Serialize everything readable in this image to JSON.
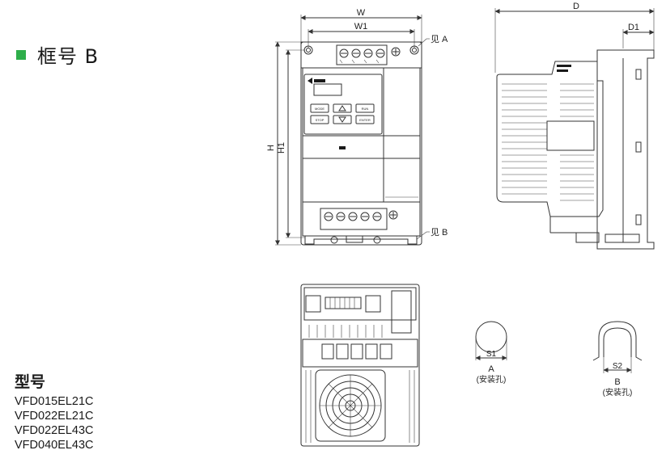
{
  "title": "框号 B",
  "accent_color": "#2eae4a",
  "models": {
    "heading": "型号",
    "items": [
      "VFD015EL21C",
      "VFD022EL21C",
      "VFD022EL43C",
      "VFD040EL43C"
    ]
  },
  "dimensions": {
    "W": "W",
    "W1": "W1",
    "H": "H",
    "H1": "H1",
    "D": "D",
    "D1": "D1",
    "S1": "S1",
    "S2": "S2"
  },
  "callouts": {
    "see_a": "见 A",
    "see_b": "见 B"
  },
  "details": {
    "a_label": "A",
    "a_sub": "(安装孔)",
    "b_label": "B",
    "b_sub": "(安装孔)"
  },
  "panel": {
    "btn_mode": "MODE",
    "btn_enter": "ENTER",
    "btn_run": "RUN",
    "btn_stop": "STOP"
  }
}
